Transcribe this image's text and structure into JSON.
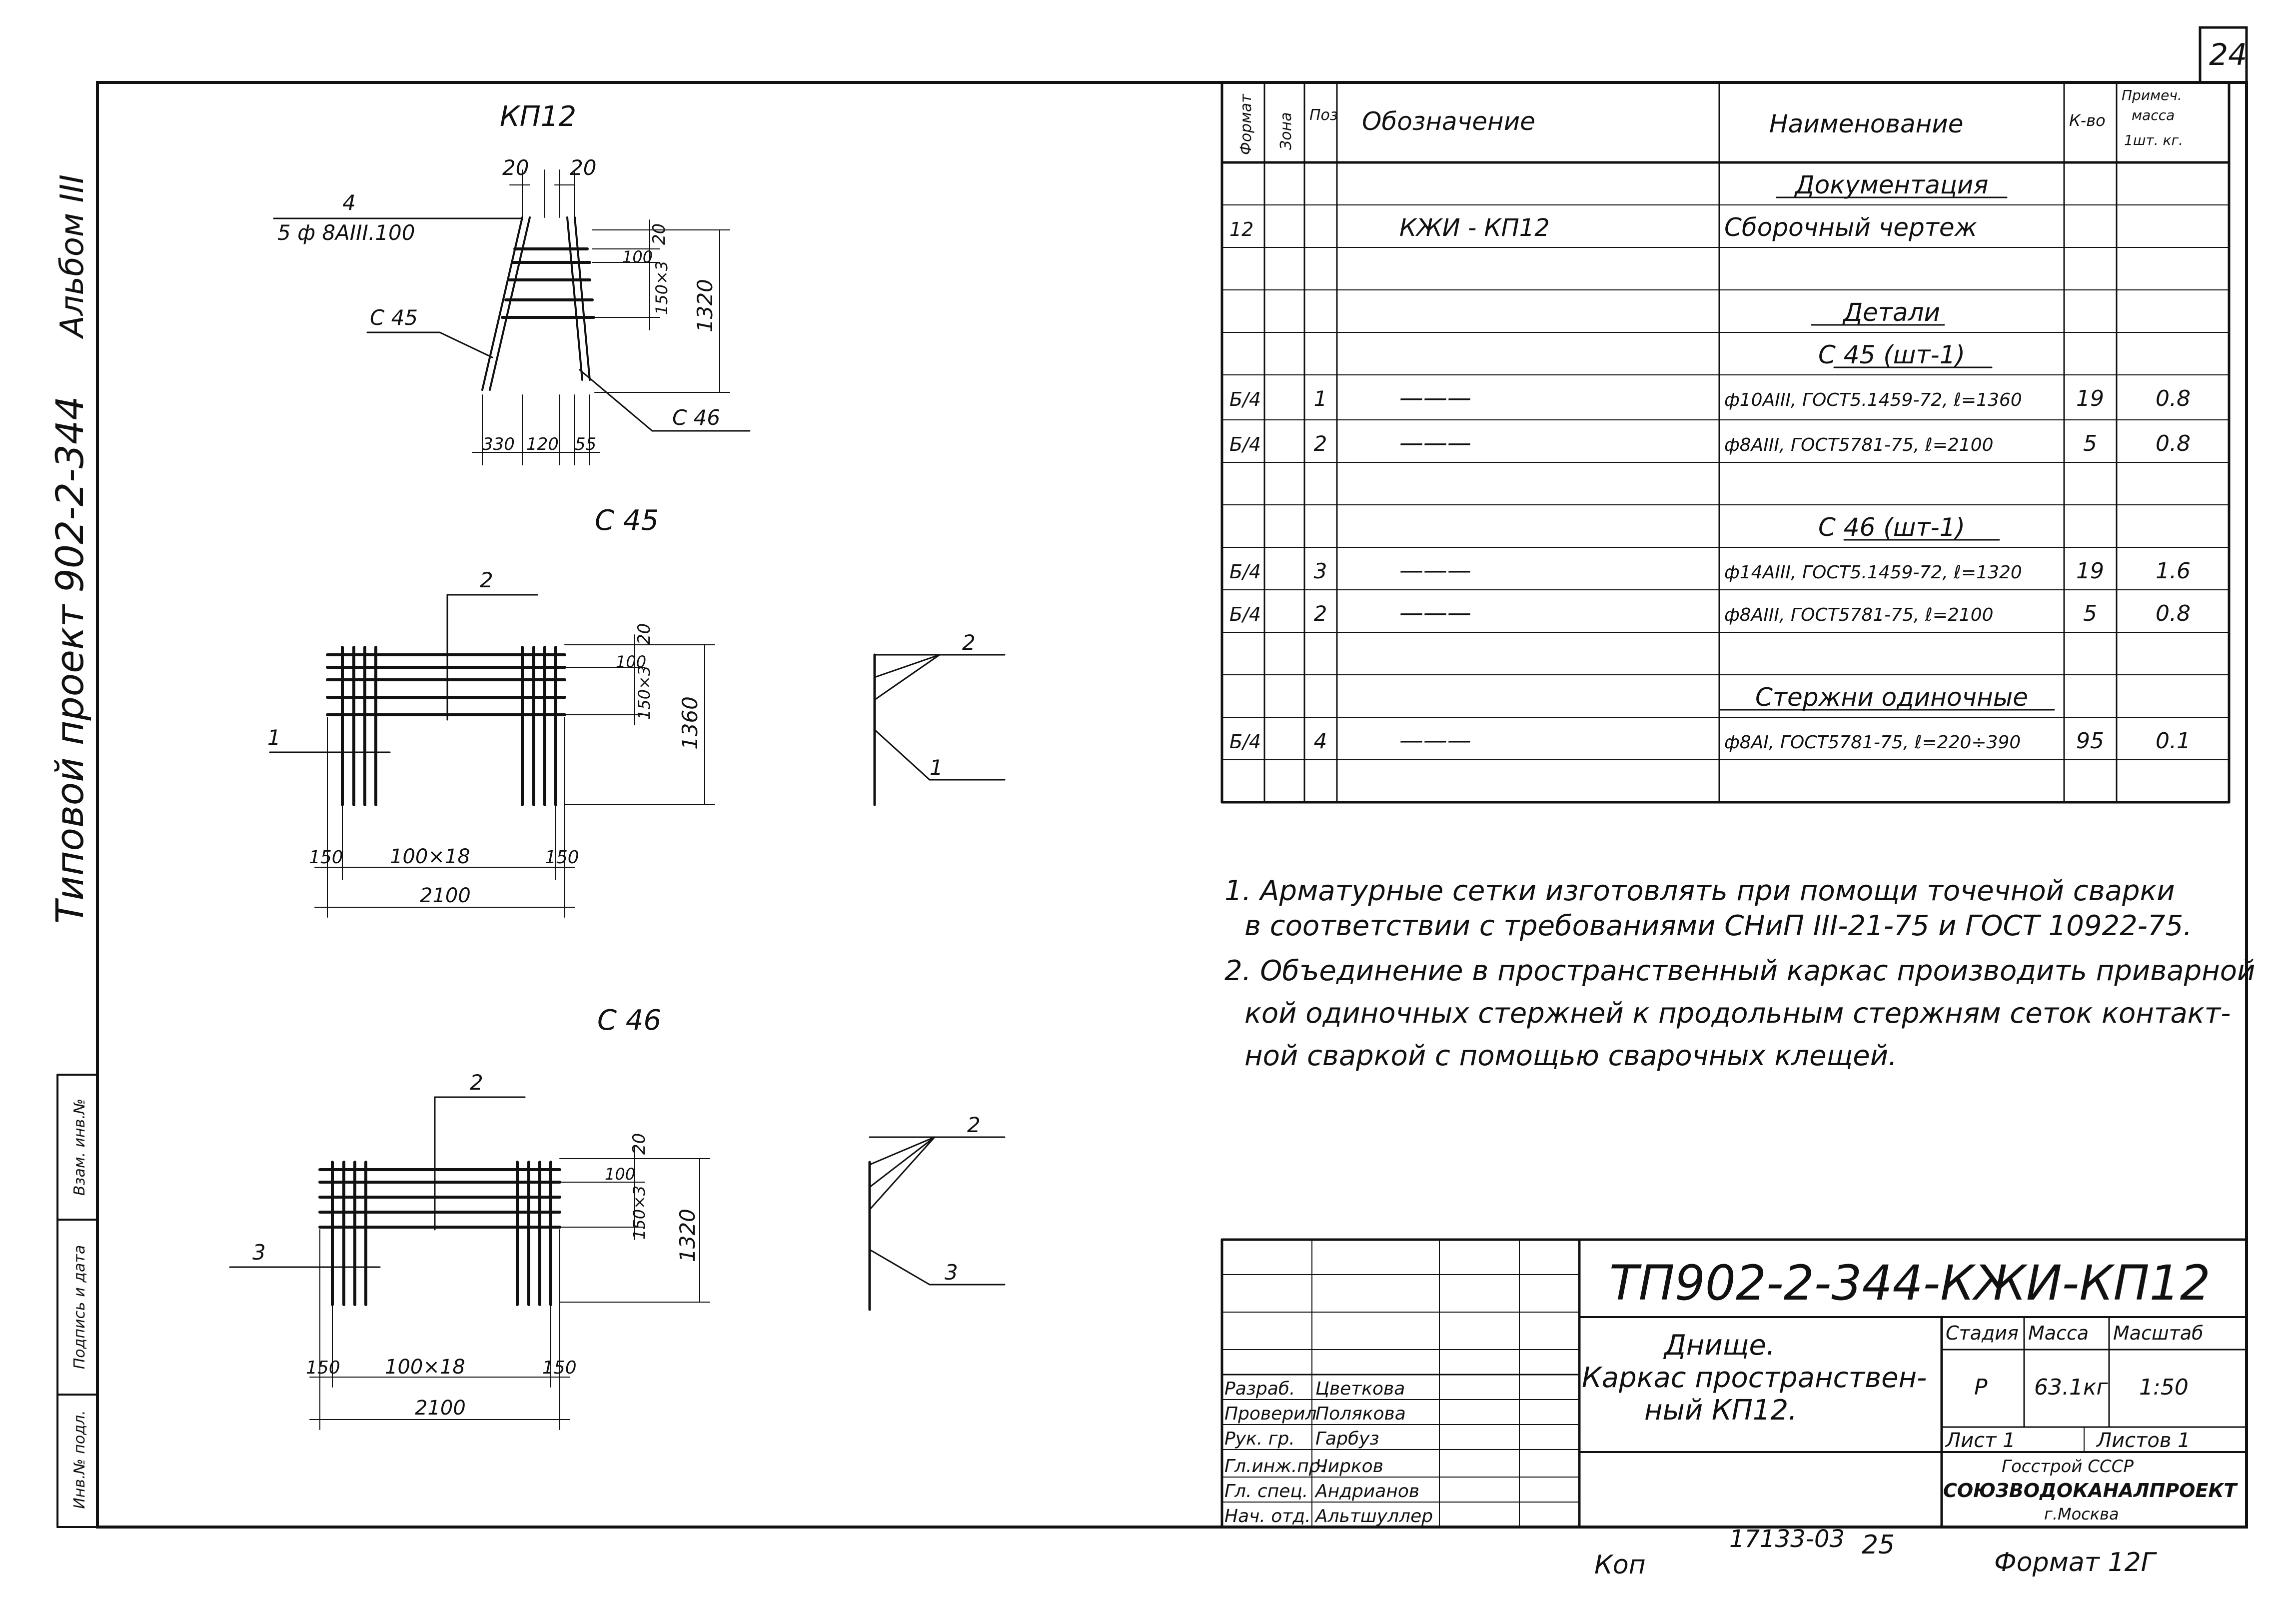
{
  "sheet_number": "24",
  "album": "Альбом III",
  "project": "Типовой проект 902-2-344",
  "left_stamp": [
    "Инв.№ подл.",
    "Подпись и дата",
    "Взам. инв.№"
  ],
  "views": {
    "kp12": {
      "title": "КП12",
      "rebar_callout_pos": "4",
      "rebar_callout_text": "5 ф 8AIII.100",
      "label_c45": "С 45",
      "label_c46": "С 46",
      "dim_top_left": "20",
      "dim_top_right": "20",
      "dim_20": "20",
      "dim_100": "100",
      "dim_150x3": "150×3",
      "dim_1320": "1320",
      "dim_330": "330",
      "dim_120": "120",
      "dim_55": "55"
    },
    "c45": {
      "title": "С 45",
      "pos_top": "2",
      "pos_left": "1",
      "dim_20": "20",
      "dim_100": "100",
      "dim_150x3": "150×3",
      "dim_1360": "1360",
      "dim_150_left": "150",
      "dim_100x18": "100×18",
      "dim_150_right": "150",
      "dim_2100": "2100",
      "side_pos_top": "2",
      "side_pos_bottom": "1"
    },
    "c46": {
      "title": "С 46",
      "pos_top": "2",
      "pos_left": "3",
      "dim_20": "20",
      "dim_100": "100",
      "dim_150x3": "150×3",
      "dim_1320": "1320",
      "dim_150_left": "150",
      "dim_100x18": "100×18",
      "dim_150_right": "150",
      "dim_2100": "2100",
      "side_pos_top": "2",
      "side_pos_bottom": "3"
    }
  },
  "spec": {
    "headers": [
      "Формат",
      "Зона",
      "Поз",
      "Обозначение",
      "Наименование",
      "К-во",
      "Примеч. масса 1шт. кг."
    ],
    "rows": [
      {
        "format": "",
        "zone": "",
        "pos": "",
        "designation": "",
        "name": "Документация",
        "qty": "",
        "note": "",
        "heading": true
      },
      {
        "format": "12",
        "zone": "",
        "pos": "",
        "designation": "КЖИ - КП12",
        "name": "Сборочный чертеж",
        "qty": "",
        "note": "",
        "heading": false
      },
      {
        "format": "",
        "zone": "",
        "pos": "",
        "designation": "",
        "name": "",
        "qty": "",
        "note": "",
        "heading": false
      },
      {
        "format": "",
        "zone": "",
        "pos": "",
        "designation": "",
        "name": "Детали",
        "qty": "",
        "note": "",
        "heading": true
      },
      {
        "format": "",
        "zone": "",
        "pos": "",
        "designation": "",
        "name": "С 45 (шт-1)",
        "qty": "",
        "note": "",
        "heading": true
      },
      {
        "format": "Б/4",
        "zone": "",
        "pos": "1",
        "designation": "———",
        "name": "ф10AIII, ГОСТ5.1459-72, ℓ=1360",
        "qty": "19",
        "note": "0.8",
        "heading": false
      },
      {
        "format": "Б/4",
        "zone": "",
        "pos": "2",
        "designation": "———",
        "name": "ф8AIII, ГОСТ5781-75, ℓ=2100",
        "qty": "5",
        "note": "0.8",
        "heading": false
      },
      {
        "format": "",
        "zone": "",
        "pos": "",
        "designation": "",
        "name": "",
        "qty": "",
        "note": "",
        "heading": false
      },
      {
        "format": "",
        "zone": "",
        "pos": "",
        "designation": "",
        "name": "С 46 (шт-1)",
        "qty": "",
        "note": "",
        "heading": true
      },
      {
        "format": "Б/4",
        "zone": "",
        "pos": "3",
        "designation": "———",
        "name": "ф14AIII, ГОСТ5.1459-72, ℓ=1320",
        "qty": "19",
        "note": "1.6",
        "heading": false
      },
      {
        "format": "Б/4",
        "zone": "",
        "pos": "2",
        "designation": "———",
        "name": "ф8AIII, ГОСТ5781-75, ℓ=2100",
        "qty": "5",
        "note": "0.8",
        "heading": false
      },
      {
        "format": "",
        "zone": "",
        "pos": "",
        "designation": "",
        "name": "",
        "qty": "",
        "note": "",
        "heading": false
      },
      {
        "format": "",
        "zone": "",
        "pos": "",
        "designation": "",
        "name": "Стержни одиночные",
        "qty": "",
        "note": "",
        "heading": true
      },
      {
        "format": "Б/4",
        "zone": "",
        "pos": "4",
        "designation": "———",
        "name": "ф8AI, ГОСТ5781-75, ℓ=220÷390",
        "qty": "95",
        "note": "0.1",
        "heading": false
      },
      {
        "format": "",
        "zone": "",
        "pos": "",
        "designation": "",
        "name": "",
        "qty": "",
        "note": "",
        "heading": false
      }
    ]
  },
  "notes": [
    "1. Арматурные сетки изготовлять при помощи точечной сварки",
    "в соответствии с требованиями СНиП III-21-75 и ГОСТ 10922-75.",
    "2. Объединение в пространственный каркас производить приварной",
    "кой одиночных стержней к продольным стержням сеток контакт-",
    "ной сваркой с помощью сварочных клещей."
  ],
  "title_block": {
    "code": "ТП902-2-344-КЖИ-КП12",
    "name": "Днище. Каркас пространствен-ный КП12.",
    "name_lines": [
      "Днище.",
      "Каркас пространствен-",
      "ный КП12."
    ],
    "stage_label": "Стадия",
    "mass_label": "Масса",
    "scale_label": "Масштаб",
    "stage": "Р",
    "mass": "63.1кг",
    "scale": "1:50",
    "sheet_label": "Лист 1",
    "sheets_label": "Листов 1",
    "org_lines": [
      "Госстрой СССР",
      "СОЮЗВОДОКАНАЛПРОЕКТ",
      "г.Москва"
    ],
    "people": [
      {
        "role": "Разраб.",
        "name": "Цветкова"
      },
      {
        "role": "Проверил",
        "name": "Полякова"
      },
      {
        "role": "Рук. гр.",
        "name": "Гарбуз"
      },
      {
        "role": "Гл.инж.пр.",
        "name": "Чирков"
      },
      {
        "role": "Гл. спец.",
        "name": "Андрианов"
      },
      {
        "role": "Нач. отд.",
        "name": "Альтшуллер"
      }
    ]
  },
  "footer": {
    "copied": "Коп",
    "order": "17133-03",
    "num": "25",
    "format": "Формат 12Г"
  }
}
